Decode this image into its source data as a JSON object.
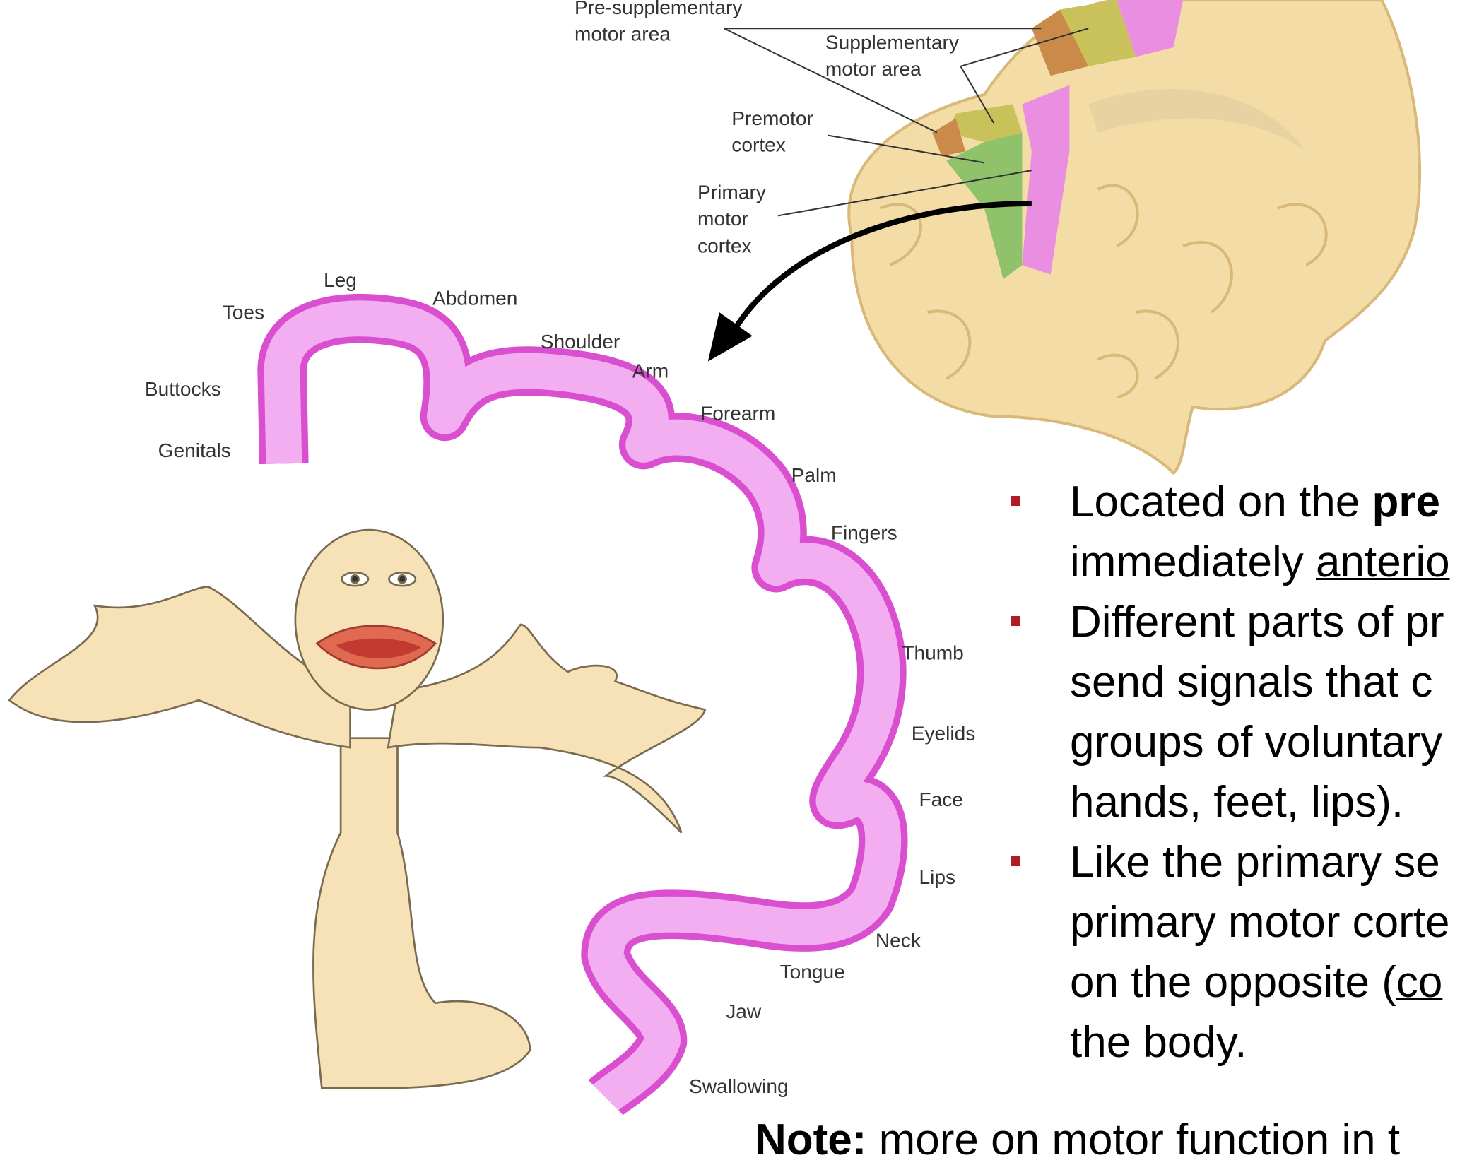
{
  "brain_labels": {
    "presma_1": "Pre-supplementary",
    "presma_2": "motor area",
    "sma_1": "Supplementary",
    "sma_2": "motor area",
    "premotor_1": "Premotor",
    "premotor_2": "cortex",
    "primary_1": "Primary",
    "primary_2": "motor",
    "primary_3": "cortex"
  },
  "homunculus_labels": [
    "Leg",
    "Toes",
    "Abdomen",
    "Shoulder",
    "Arm",
    "Buttocks",
    "Genitals",
    "Forearm",
    "Palm",
    "Fingers",
    "Thumb",
    "Eyelids",
    "Face",
    "Lips",
    "Neck",
    "Tongue",
    "Jaw",
    "Swallowing"
  ],
  "bullets": [
    {
      "text": "Located on the ",
      "bold": "pre",
      "line2_pre": "immediately ",
      "line2_underline": "anterio"
    },
    {
      "lines": [
        "Different parts of pr",
        "send signals that c",
        "groups of voluntary",
        "hands, feet, lips)."
      ]
    },
    {
      "lines": [
        "Like the primary se",
        "primary motor corte"
      ],
      "line3_pre": "on the opposite (",
      "line3_underline": "co",
      "line4": "the body."
    }
  ],
  "note": {
    "bold": "Note:",
    "text": " more on motor function in t"
  },
  "colors": {
    "cortex_pink": "#ee9fe9",
    "cortex_dark": "#d94fcf",
    "premotor_green": "#8fc26a",
    "sma_olive": "#c9c25a",
    "presma_orange": "#c98a4a",
    "skin": "#f6e2b6",
    "brain": "#f3dca6",
    "bullet": "#b01c24"
  }
}
